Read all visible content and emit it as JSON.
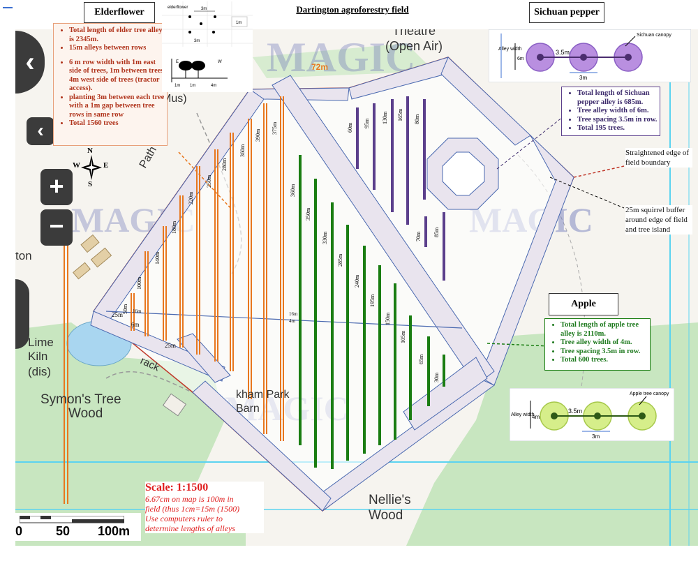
{
  "header": {
    "elderflower": "Elderflower",
    "field_title": "Dartington agroforestry field",
    "sichuan": "Sichuan pepper"
  },
  "elder_notes": [
    "Total length of elder tree alley is 2345m.",
    "15m alleys between rows",
    "6 m row width with 1m east side of trees, 1m between trees, 4m west side of trees (tractor access).",
    "planting 3m between each tree with a 1m gap between tree rows in same row",
    "Total 1560 trees"
  ],
  "elder_diagram": {
    "title": "elderflower",
    "spacing_top": "3m",
    "spacing_bottom": "3m",
    "spacing_side": "1m",
    "east": "E",
    "west": "W",
    "widths": [
      "1m",
      "1m",
      "4m"
    ]
  },
  "sichuan_diagram": {
    "canopy_label": "Sichuan canopy",
    "alley_label": "Alley width",
    "alley_value": "6m",
    "spacing": "3.5m",
    "spacing_bottom": "3m"
  },
  "sichuan_notes": [
    "Total length of Sichuan pepper alley is 685m.",
    "Tree alley width of 6m.",
    "Tree spacing 3.5m in row.",
    "Total 195 trees."
  ],
  "apple_title": "Apple",
  "apple_notes": [
    "Total length of apple tree alley is 2110m.",
    "Tree alley width of 4m.",
    "Tree spacing 3.5m in row.",
    "Total 600 trees."
  ],
  "apple_diagram": {
    "canopy_label": "Apple tree canopy",
    "alley_label": "Alley width",
    "alley_value": "4m",
    "spacing": "3.5m",
    "spacing_bottom": "3m"
  },
  "annotations": {
    "boundary": "Straightened edge of field boundary",
    "buffer": "25m squirrel buffer around edge of field and tree island"
  },
  "scale": {
    "title": "Scale: 1:1500",
    "line1": "6.67cm on map is 100m in",
    "line2": "field (thus 1cm=15m (1500)",
    "line3": "Use computers ruler to",
    "line4": "determine lengths of alleys"
  },
  "scalebar": {
    "l0": "0",
    "l50": "50",
    "l100": "100m"
  },
  "compass": {
    "n": "N",
    "s": "S",
    "e": "E",
    "w": "W"
  },
  "zoom": {
    "in": "+",
    "out": "−"
  },
  "map_labels": {
    "theatre1": "Theatre",
    "theatre2": "(Open Air)",
    "mus": "Mus)",
    "path": "Path",
    "m72": "72m",
    "ton": "ton",
    "lime1": "Lime",
    "lime2": "Kiln",
    "lime3": "(dis)",
    "symon1": "Symon's Tree",
    "symon2": "Wood",
    "barn1": "kham Park",
    "barn2": "Barn",
    "nellie1": "Nellie's",
    "nellie2": "Wood",
    "track": "rack",
    "magic": "MAGIC"
  },
  "elder_rows": [
    "50m",
    "100m",
    "140m",
    "180m",
    "220m",
    "250m",
    "280m",
    "360m",
    "390m",
    "375m"
  ],
  "apple_rows": [
    "360m",
    "350m",
    "330m",
    "285m",
    "240m",
    "195m",
    "150m",
    "105m",
    "65m",
    "30m"
  ],
  "sichuan_rows": [
    "60m",
    "95m",
    "130m",
    "165m",
    "80m",
    "70m",
    "85m"
  ],
  "buffer_labels": {
    "b25a": "25m",
    "b25b": "25m",
    "b6": "6m",
    "b16a": "16m",
    "b16b": "16m",
    "b4": "4m"
  },
  "colors": {
    "elder": "#e8771e",
    "apple": "#1a7d12",
    "sichuan": "#5b3f8c",
    "buffer_fill": "#e9e4ee",
    "boundary": "#c0392b",
    "water": "#a9d6f0",
    "woodland": "#c8e6c0",
    "gridline": "#5bd3f0"
  }
}
